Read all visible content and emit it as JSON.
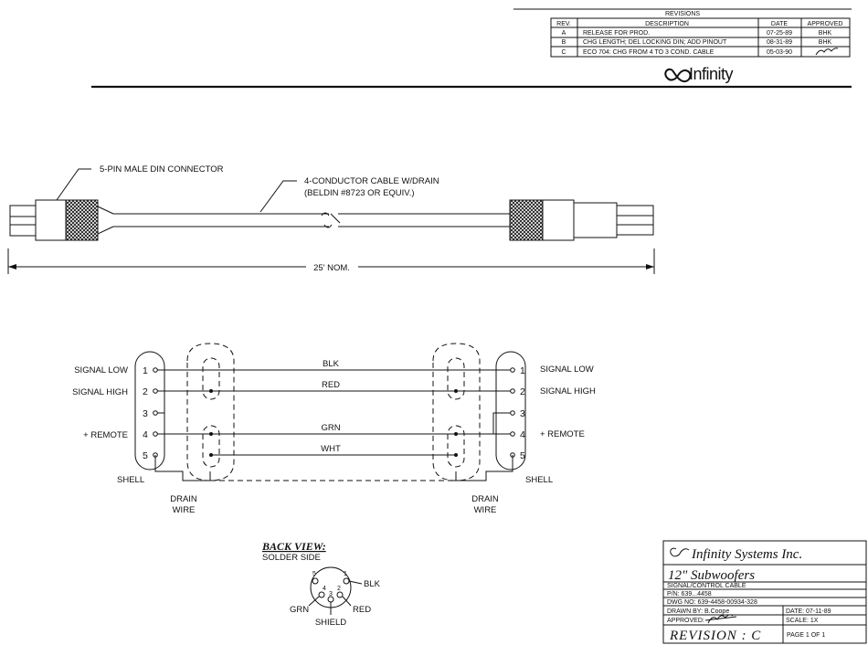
{
  "revisions": {
    "title": "REVISIONS",
    "headers": [
      "REV.",
      "DESCRIPTION",
      "DATE",
      "APPROVED"
    ],
    "rows": [
      {
        "rev": "A",
        "description": "RELEASE FOR PROD.",
        "date": "07-25-89",
        "approved": "BHK"
      },
      {
        "rev": "B",
        "description": "CHG LENGTH; DEL LOCKING DIN; ADD PINOUT",
        "date": "08-31-89",
        "approved": "BHK"
      },
      {
        "rev": "C",
        "description": "ECO 704: CHG FROM 4 TO 3 COND. CABLE",
        "date": "05-03-90",
        "approved": ""
      }
    ]
  },
  "logo": {
    "text": "Infinity"
  },
  "cable": {
    "connector_label": "5-PIN MALE DIN CONNECTOR",
    "cable_label_1": "4-CONDUCTOR CABLE W/DRAIN",
    "cable_label_2": "(BELDIN #8723 OR EQUIV.)",
    "length_label": "25' NOM."
  },
  "pinout": {
    "left_labels": {
      "p1": "SIGNAL LOW",
      "p2": "SIGNAL HIGH",
      "p4": "+ REMOTE"
    },
    "right_labels": {
      "p1": "SIGNAL LOW",
      "p2": "SIGNAL HIGH",
      "p4": "+ REMOTE"
    },
    "pins_left": [
      "1",
      "2",
      "3",
      "4",
      "5"
    ],
    "pins_right": [
      "1",
      "2",
      "3",
      "4",
      "5"
    ],
    "wires": [
      "BLK",
      "RED",
      "GRN",
      "WHT"
    ],
    "shell": "SHELL",
    "drain_1": "DRAIN",
    "drain_2": "WIRE"
  },
  "back_view": {
    "title": "BACK VIEW:",
    "subtitle": "SOLDER SIDE",
    "pins": [
      "5",
      "1",
      "4",
      "2",
      "3"
    ],
    "labels": {
      "blk": "BLK",
      "grn": "GRN",
      "red": "RED",
      "shield": "SHIELD"
    }
  },
  "title_block": {
    "company": "Infinity Systems Inc.",
    "product": "12\" Subwoofers",
    "description": "SIGNAL/CONTROL CABLE",
    "pn": "P/N: 639...4458",
    "dwg": "DWG NO: 639-4458-00934-328",
    "drawn_by": "DRAWN BY: B.Coope",
    "date": "DATE: 07-11-89",
    "approved": "APPROVED:",
    "scale": "SCALE: 1X",
    "revision": "REVISION : C",
    "page": "PAGE 1 OF 1"
  }
}
